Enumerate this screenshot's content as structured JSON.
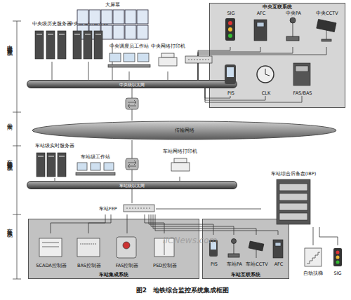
{
  "diagram": {
    "caption": "图2　地铁综合监控系统集成框图",
    "nodes": [
      {
        "text": [
          "大屏幕"
        ]
      },
      {
        "text": [
          "中央级历史服务器"
        ]
      },
      {
        "text": [
          "中央级实时服务器"
        ]
      },
      {
        "text": [
          "中央调度员工作站"
        ]
      },
      {
        "text": [
          "中央网络打印机"
        ]
      },
      {
        "text": [
          "中央互联系统"
        ]
      },
      {
        "text": [
          "SIG"
        ],
        "in": 5
      },
      {
        "text": [
          "AFC"
        ],
        "in": 5
      },
      {
        "text": [
          "中央PA"
        ],
        "in": 5
      },
      {
        "text": [
          "中央CCTV"
        ],
        "in": 5
      },
      {
        "text": [
          "PIS"
        ],
        "in": 5
      },
      {
        "text": [
          "CLK"
        ],
        "in": 5
      },
      {
        "text": [
          "FAS/BAS"
        ],
        "in": 5
      },
      {
        "text": [
          "中央级以太网"
        ]
      },
      {
        "text": [
          "传输网络"
        ]
      },
      {
        "text": [
          "车站级实时服务器"
        ]
      },
      {
        "text": [
          "车站级工作站"
        ]
      },
      {
        "text": [
          "车站网络打印机"
        ]
      },
      {
        "text": [
          "车站级以太网"
        ]
      },
      {
        "text": [
          "车站综合后备盘(IBP)"
        ]
      },
      {
        "text": [
          "车站FEP"
        ]
      },
      {
        "text": [
          "车站集成系统"
        ]
      },
      {
        "text": [
          "SCADA控制器"
        ],
        "in": 21
      },
      {
        "text": [
          "BAS控制器"
        ],
        "in": 21
      },
      {
        "text": [
          "FAS控制器"
        ],
        "in": 21
      },
      {
        "text": [
          "PSD控制器"
        ],
        "in": 21
      },
      {
        "text": [
          "车站互联系统"
        ]
      },
      {
        "text": [
          "PIS"
        ],
        "in": 26
      },
      {
        "text": [
          "车站PA"
        ],
        "in": 26
      },
      {
        "text": [
          "车站CCTV"
        ],
        "in": 26
      },
      {
        "text": [
          "AFC"
        ],
        "in": 26
      },
      {
        "text": [
          "自动扶梯"
        ]
      },
      {
        "text": [
          "SIG"
        ]
      }
    ],
    "edges": [
      {
        "from": 0,
        "to": 13,
        "arrow": "none"
      },
      {
        "from": 1,
        "to": 13,
        "arrow": "none"
      },
      {
        "from": 2,
        "to": 13,
        "arrow": "none"
      },
      {
        "from": 3,
        "to": 13,
        "arrow": "none"
      },
      {
        "from": 4,
        "to": 13,
        "arrow": "none"
      },
      {
        "from": 6,
        "to": 13,
        "arrow": "none"
      },
      {
        "from": 7,
        "to": 13,
        "arrow": "none"
      },
      {
        "from": 8,
        "to": 13,
        "arrow": "none"
      },
      {
        "from": 9,
        "to": 13,
        "arrow": "none"
      },
      {
        "from": 10,
        "to": 13,
        "arrow": "none"
      },
      {
        "from": 11,
        "to": 13,
        "arrow": "none"
      },
      {
        "from": 12,
        "to": 13,
        "arrow": "none"
      },
      {
        "from": 13,
        "to": 14,
        "arrow": "none"
      },
      {
        "from": 14,
        "to": 18,
        "arrow": "none"
      },
      {
        "from": 15,
        "to": 18,
        "arrow": "none"
      },
      {
        "from": 16,
        "to": 18,
        "arrow": "none"
      },
      {
        "from": 17,
        "to": 18,
        "arrow": "none"
      },
      {
        "from": 18,
        "to": 20,
        "arrow": "none"
      },
      {
        "from": 20,
        "to": 19,
        "arrow": "none"
      },
      {
        "from": 20,
        "to": 22,
        "arrow": "none"
      },
      {
        "from": 20,
        "to": 23,
        "arrow": "none"
      },
      {
        "from": 20,
        "to": 24,
        "arrow": "none"
      },
      {
        "from": 20,
        "to": 25,
        "arrow": "none"
      },
      {
        "from": 20,
        "to": 27,
        "arrow": "none"
      },
      {
        "from": 20,
        "to": 28,
        "arrow": "none"
      },
      {
        "from": 20,
        "to": 29,
        "arrow": "none"
      },
      {
        "from": 20,
        "to": 30,
        "arrow": "none"
      },
      {
        "from": 19,
        "to": 31,
        "arrow": "none"
      },
      {
        "from": 19,
        "to": 32,
        "arrow": "none"
      }
    ],
    "labels": [
      "中央级综合监控系统",
      "骨干网",
      "车站级综合监控系统",
      "车站接入系统",
      "IICNews.com"
    ]
  }
}
